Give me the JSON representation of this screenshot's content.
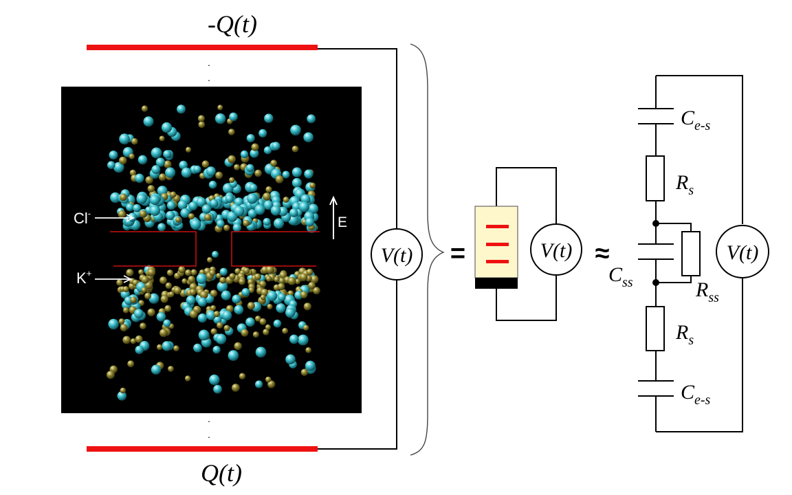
{
  "labels": {
    "top_charge": "-Q(t)",
    "bottom_charge": "Q(t)",
    "cl_ion": "Cl",
    "cl_sup": "-",
    "k_ion": "K",
    "k_sup": "+",
    "field": "E",
    "source_main": "V(t)",
    "source_mid": "V(t)",
    "source_right": "V(t)",
    "equals": "=",
    "approx": "≈",
    "c_es_top": "C",
    "c_es_top_sub": "e-s",
    "r_s_top": "R",
    "r_s_top_sub": "s",
    "c_ss": "C",
    "c_ss_sub": "ss",
    "r_ss": "R",
    "r_ss_sub": "ss",
    "r_s_bottom": "R",
    "r_s_bottom_sub": "s",
    "c_es_bottom": "C",
    "c_es_bottom_sub": "e-s"
  },
  "colors": {
    "electrode": "#ee1111",
    "chloride": "#38b8c4",
    "potassium": "#8f8530",
    "box": "#000000",
    "cap_fill": "#fff7cc",
    "wire": "#000000"
  }
}
